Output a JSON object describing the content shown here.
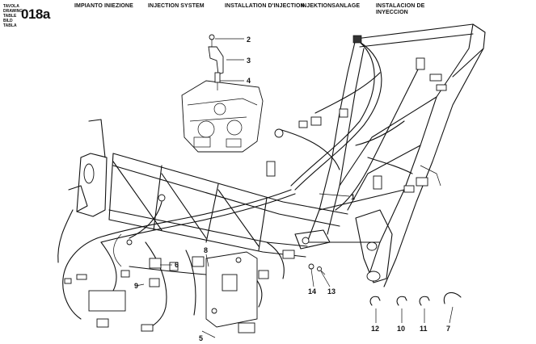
{
  "header": {
    "labels_small": [
      "TAVOLA",
      "DRAWING",
      "TABLE",
      "BILD",
      "TABLA"
    ],
    "code": "018a",
    "col1": "IMPIANTO INIEZIONE",
    "col2": "INJECTION SYSTEM",
    "col3": "INSTALLATION D'INJECTION",
    "col4": "INJEKTIONSANLAGE",
    "col5_line1": "INSTALACION DE",
    "col5_line2": "INYECCION"
  },
  "callouts": [
    "1",
    "2",
    "3",
    "4",
    "5",
    "6",
    "7",
    "8",
    "9",
    "10",
    "11",
    "12",
    "13",
    "14"
  ]
}
